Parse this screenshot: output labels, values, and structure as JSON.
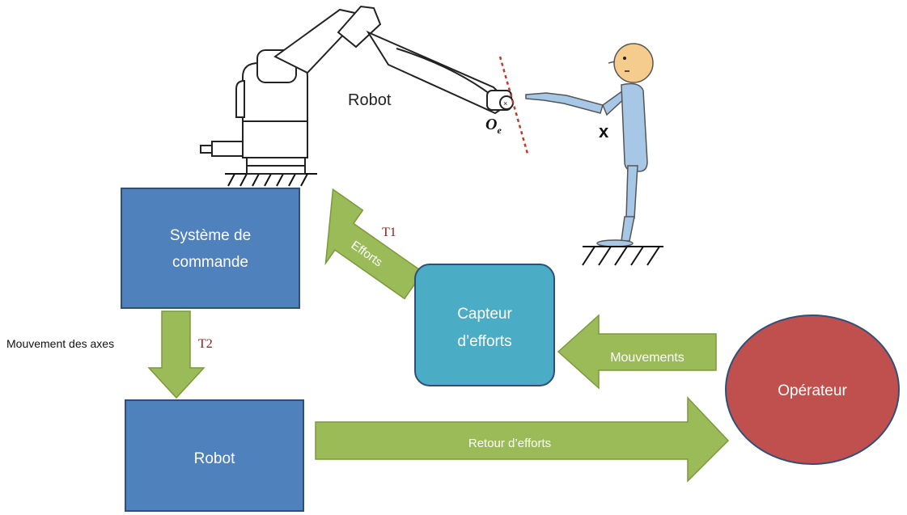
{
  "illustration": {
    "robot_label": "Robot",
    "end_effector_symbol": "O",
    "end_effector_subscript": "e",
    "operator_symbol": "x"
  },
  "blocks": {
    "control_system": {
      "line1": "Système de",
      "line2": "commande",
      "color": "#4f81bd"
    },
    "force_sensor": {
      "line1": "Capteur",
      "line2": "d’efforts",
      "color": "#4bacc6"
    },
    "robot": {
      "label": "Robot",
      "color": "#4f81bd"
    },
    "operator": {
      "label": "Opérateur",
      "color": "#c0504d"
    }
  },
  "arrows": {
    "color": "#9bbb59",
    "efforts": "Efforts",
    "movements": "Mouvements",
    "force_feedback": "Retour d’efforts"
  },
  "annotations": {
    "t1": "T1",
    "t2": "T2",
    "axes_motion": "Mouvement des axes",
    "t_color": "#8b1a1a"
  },
  "outline_color": "#2f4f7a"
}
